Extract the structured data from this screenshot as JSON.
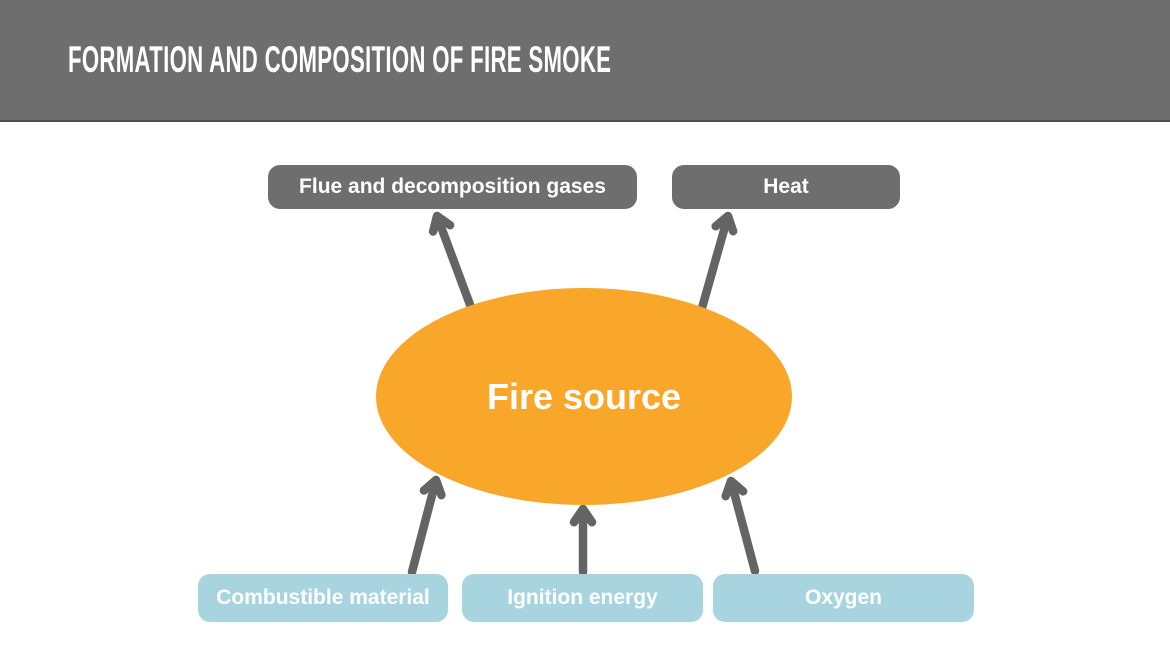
{
  "header": {
    "title": "FORMATION AND COMPOSITION OF FIRE SMOKE"
  },
  "diagram": {
    "center": {
      "id": "fire-source",
      "label": "Fire source"
    },
    "outputs": [
      {
        "id": "flue-and-decomposition-gases",
        "label": "Flue and decomposition gases"
      },
      {
        "id": "heat",
        "label": "Heat"
      }
    ],
    "inputs": [
      {
        "id": "combustible-material",
        "label": "Combustible material"
      },
      {
        "id": "ignition-energy",
        "label": "Ignition energy"
      },
      {
        "id": "oxygen",
        "label": "Oxygen"
      }
    ],
    "edges": [
      {
        "from": "fire-source",
        "to": "flue-and-decomposition-gases"
      },
      {
        "from": "fire-source",
        "to": "heat"
      },
      {
        "from": "combustible-material",
        "to": "fire-source"
      },
      {
        "from": "ignition-energy",
        "to": "fire-source"
      },
      {
        "from": "oxygen",
        "to": "fire-source"
      }
    ]
  },
  "palette": {
    "header_bg": "#6E6E6E",
    "header_border": "#4F4F4F",
    "output_box_bg": "#6E6E6E",
    "input_box_bg": "#A8D4DF",
    "ellipse_bg": "#F8A72B",
    "arrow": "#646464",
    "text": "#FFFFFF",
    "page_bg": "#FFFFFF"
  }
}
